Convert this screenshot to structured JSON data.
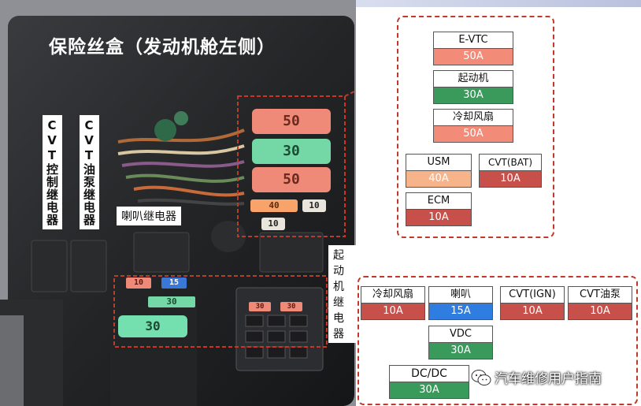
{
  "title": "保险丝盒（发动机舱左侧）",
  "colors": {
    "salmon": "#f28b78",
    "green": "#3a9a5c",
    "light_orange": "#f7b48a",
    "red": "#c8504b",
    "blue": "#2f7de0",
    "dashed": "#c0392b"
  },
  "photo_labels": {
    "cvt_control_relay": "CVT控制继电器",
    "cvt_pump_relay": "CVT油泵继电器",
    "horn_relay": "喇叭继电器",
    "starter_relay": "起动机继电器"
  },
  "photo_fuses": {
    "big1": "50",
    "big2": "30",
    "big3": "50",
    "mid1": "40",
    "mid2": "10",
    "mid3": "10",
    "low1": "10",
    "low2": "15",
    "low3": "30",
    "low4": "30",
    "right1": "30",
    "right2": "30"
  },
  "top_panel": {
    "fuses": [
      {
        "name": "E-VTC",
        "amp": "50A"
      },
      {
        "name": "起动机",
        "amp": "30A"
      },
      {
        "name": "冷却风扇",
        "amp": "50A"
      },
      {
        "name": "USM",
        "amp": "40A"
      },
      {
        "name": "CVT(BAT)",
        "amp": "10A"
      },
      {
        "name": "ECM",
        "amp": "10A"
      }
    ]
  },
  "bottom_panel": {
    "fuses": [
      {
        "name": "冷却风扇",
        "amp": "10A"
      },
      {
        "name": "喇叭",
        "amp": "15A"
      },
      {
        "name": "CVT(IGN)",
        "amp": "10A"
      },
      {
        "name": "CVT油泵",
        "amp": "10A"
      },
      {
        "name": "VDC",
        "amp": "30A"
      },
      {
        "name": "DC/DC",
        "amp": "30A"
      }
    ]
  },
  "watermark": "汽车维修用户指南",
  "icons": {
    "watermark_icon": "wechat-icon"
  }
}
